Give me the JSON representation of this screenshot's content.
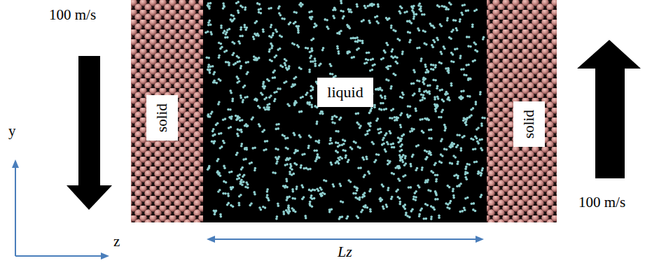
{
  "diagram": {
    "nodes": [
      {
        "text": [
          "solid"
        ]
      },
      {
        "text": [
          "liquid"
        ]
      },
      {
        "text": [
          "solid"
        ]
      }
    ],
    "labels": [
      "100 m/s",
      "100 m/s",
      "y",
      "z",
      "Lz"
    ]
  }
}
